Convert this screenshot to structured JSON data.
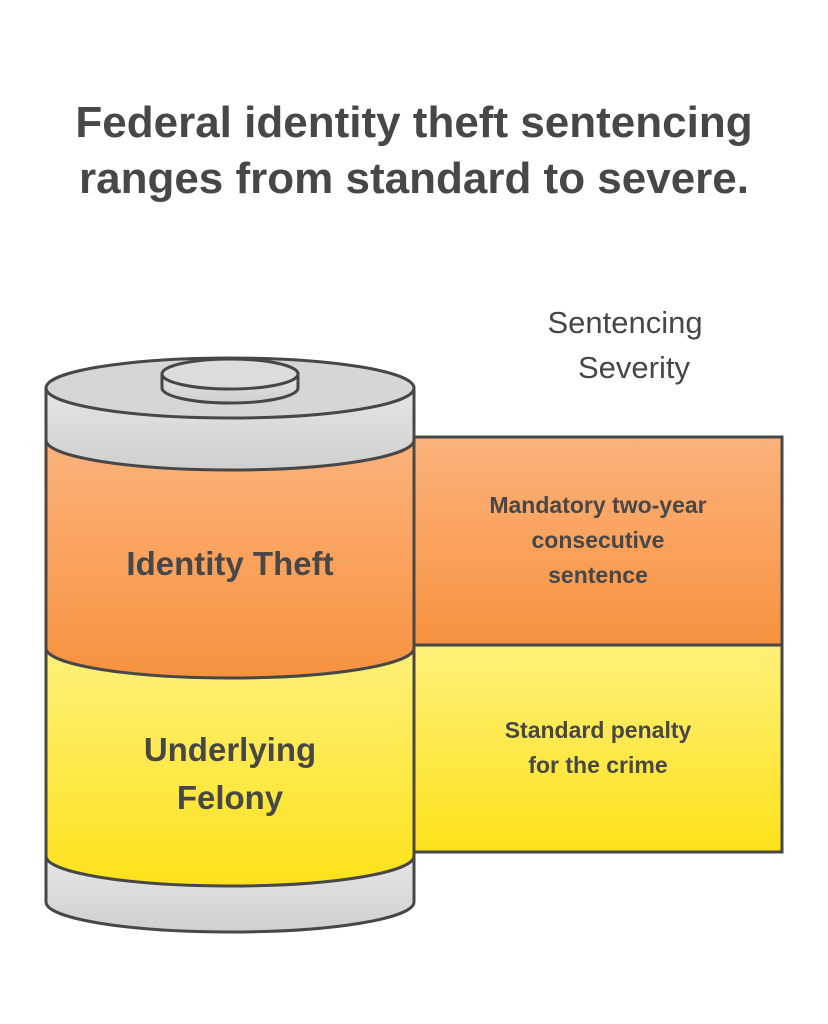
{
  "title": {
    "line1": "Federal identity theft sentencing",
    "line2": "ranges from standard to severe."
  },
  "axis_label": {
    "line1": "Sentencing",
    "line2": "Severity"
  },
  "layers": [
    {
      "name": "Identity Theft",
      "description_lines": [
        "Mandatory two-year",
        "consecutive",
        "sentence"
      ],
      "color_top": "#fbb27c",
      "color_bottom": "#f7923f"
    },
    {
      "name_lines": [
        "Underlying",
        "Felony"
      ],
      "description_lines": [
        "Standard penalty",
        "for the crime"
      ],
      "color_top": "#fef07a",
      "color_bottom": "#fde21a"
    }
  ],
  "colors": {
    "outline": "#474747",
    "cap_gray": "#d9d9d9",
    "text": "#474747"
  }
}
